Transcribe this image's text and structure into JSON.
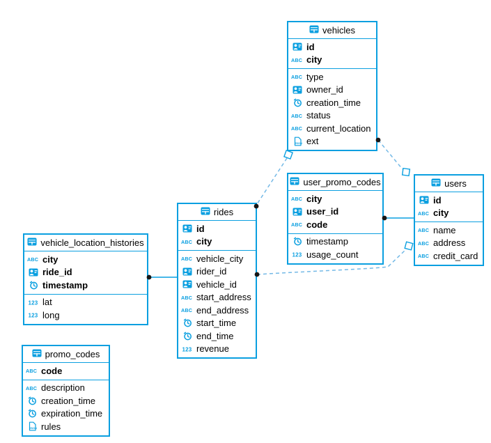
{
  "colors": {
    "primary": "#0a9fe0",
    "dashed_relation": "#74b9e6",
    "solid_relation": "#0a9fe0",
    "connector_dot": "#161616",
    "text": "#000000",
    "background": "#ffffff"
  },
  "diagram": {
    "tables": [
      {
        "name": "vehicles",
        "icon": "table-icon",
        "columns": [
          {
            "name": "id",
            "icon": "id-icon",
            "key": true
          },
          {
            "name": "city",
            "icon": "text-icon",
            "key": true
          },
          {
            "name": "type",
            "icon": "text-icon",
            "key": false
          },
          {
            "name": "owner_id",
            "icon": "id-icon",
            "key": false
          },
          {
            "name": "creation_time",
            "icon": "time-icon",
            "key": false
          },
          {
            "name": "status",
            "icon": "text-icon",
            "key": false
          },
          {
            "name": "current_location",
            "icon": "text-icon",
            "key": false
          },
          {
            "name": "ext",
            "icon": "json-icon",
            "key": false
          }
        ]
      },
      {
        "name": "user_promo_codes",
        "icon": "table-icon",
        "columns": [
          {
            "name": "city",
            "icon": "text-icon",
            "key": true
          },
          {
            "name": "user_id",
            "icon": "id-icon",
            "key": true
          },
          {
            "name": "code",
            "icon": "text-icon",
            "key": true
          },
          {
            "name": "timestamp",
            "icon": "time-icon",
            "key": false
          },
          {
            "name": "usage_count",
            "icon": "number-icon",
            "key": false
          }
        ]
      },
      {
        "name": "users",
        "icon": "table-icon",
        "columns": [
          {
            "name": "id",
            "icon": "id-icon",
            "key": true
          },
          {
            "name": "city",
            "icon": "text-icon",
            "key": true
          },
          {
            "name": "name",
            "icon": "text-icon",
            "key": false
          },
          {
            "name": "address",
            "icon": "text-icon",
            "key": false
          },
          {
            "name": "credit_card",
            "icon": "text-icon",
            "key": false
          }
        ]
      },
      {
        "name": "rides",
        "icon": "table-icon",
        "columns": [
          {
            "name": "id",
            "icon": "id-icon",
            "key": true
          },
          {
            "name": "city",
            "icon": "text-icon",
            "key": true
          },
          {
            "name": "vehicle_city",
            "icon": "text-icon",
            "key": false
          },
          {
            "name": "rider_id",
            "icon": "id-icon",
            "key": false
          },
          {
            "name": "vehicle_id",
            "icon": "id-icon",
            "key": false
          },
          {
            "name": "start_address",
            "icon": "text-icon",
            "key": false
          },
          {
            "name": "end_address",
            "icon": "text-icon",
            "key": false
          },
          {
            "name": "start_time",
            "icon": "time-icon",
            "key": false
          },
          {
            "name": "end_time",
            "icon": "time-icon",
            "key": false
          },
          {
            "name": "revenue",
            "icon": "number-icon",
            "key": false
          }
        ]
      },
      {
        "name": "vehicle_location_histories",
        "icon": "table-icon",
        "columns": [
          {
            "name": "city",
            "icon": "text-icon",
            "key": true
          },
          {
            "name": "ride_id",
            "icon": "id-icon",
            "key": true
          },
          {
            "name": "timestamp",
            "icon": "time-icon",
            "key": true
          },
          {
            "name": "lat",
            "icon": "number-icon",
            "key": false
          },
          {
            "name": "long",
            "icon": "number-icon",
            "key": false
          }
        ]
      },
      {
        "name": "promo_codes",
        "icon": "table-icon",
        "columns": [
          {
            "name": "code",
            "icon": "text-icon",
            "key": true
          },
          {
            "name": "description",
            "icon": "text-icon",
            "key": false
          },
          {
            "name": "creation_time",
            "icon": "time-icon",
            "key": false
          },
          {
            "name": "expiration_time",
            "icon": "time-icon",
            "key": false
          },
          {
            "name": "rules",
            "icon": "json-icon",
            "key": false
          }
        ]
      }
    ],
    "relations": [
      {
        "source": "vehicles",
        "target": "users",
        "style": "dashed"
      },
      {
        "source": "vehicles",
        "target": "rides",
        "style": "dashed"
      },
      {
        "source": "rides",
        "target": "users",
        "style": "dashed"
      },
      {
        "source": "user_promo_codes",
        "target": "users",
        "style": "solid"
      },
      {
        "source": "vehicle_location_histories",
        "target": "rides",
        "style": "solid"
      }
    ]
  }
}
